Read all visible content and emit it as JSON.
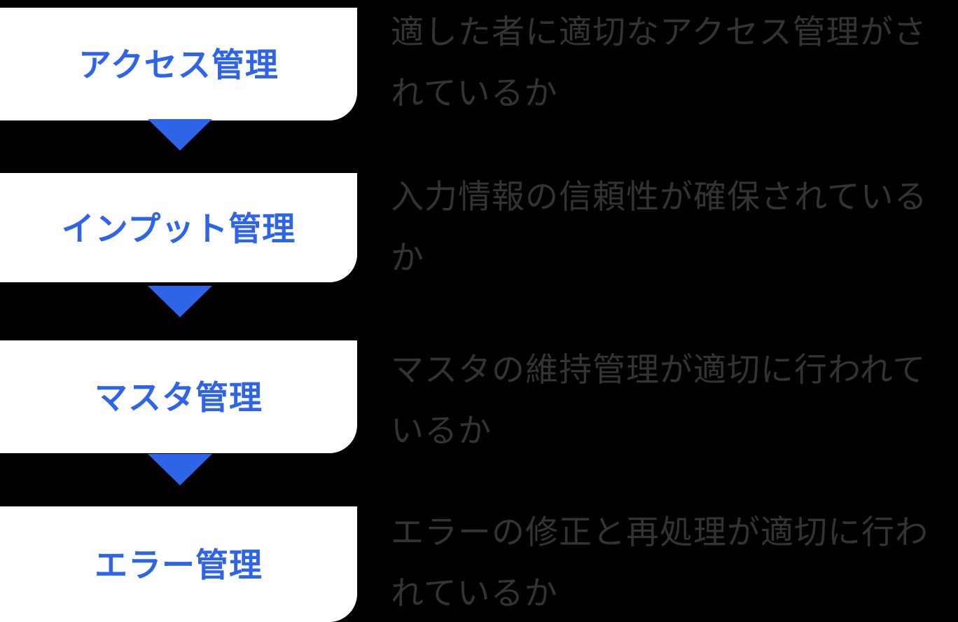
{
  "colors": {
    "background": "#000000",
    "accent": "#2E64E8",
    "box": "#FFFFFF",
    "description": "#333333"
  },
  "diagram": {
    "type": "vertical-flow",
    "steps": [
      {
        "id": "access-management",
        "label": "アクセス管理",
        "description": "適した者に適切なアクセス管理がされているか",
        "description_lines": [
          "適した者に適切なアクセス管理がさ",
          "れているか"
        ]
      },
      {
        "id": "input-management",
        "label": "インプット管理",
        "description": "入力情報の信頼性が確保されているか",
        "description_lines": [
          "入力情報の信頼性が確保されている",
          "か"
        ]
      },
      {
        "id": "master-management",
        "label": "マスタ管理",
        "description": "マスタの維持管理が適切に行われているか",
        "description_lines": [
          "マスタの維持管理が適切に行われて",
          "いるか"
        ]
      },
      {
        "id": "error-management",
        "label": "エラー管理",
        "description": "エラーの修正と再処理が適切に行われているか",
        "description_lines": [
          "エラーの修正と再処理が適切に行わ",
          "れているか"
        ]
      }
    ]
  }
}
